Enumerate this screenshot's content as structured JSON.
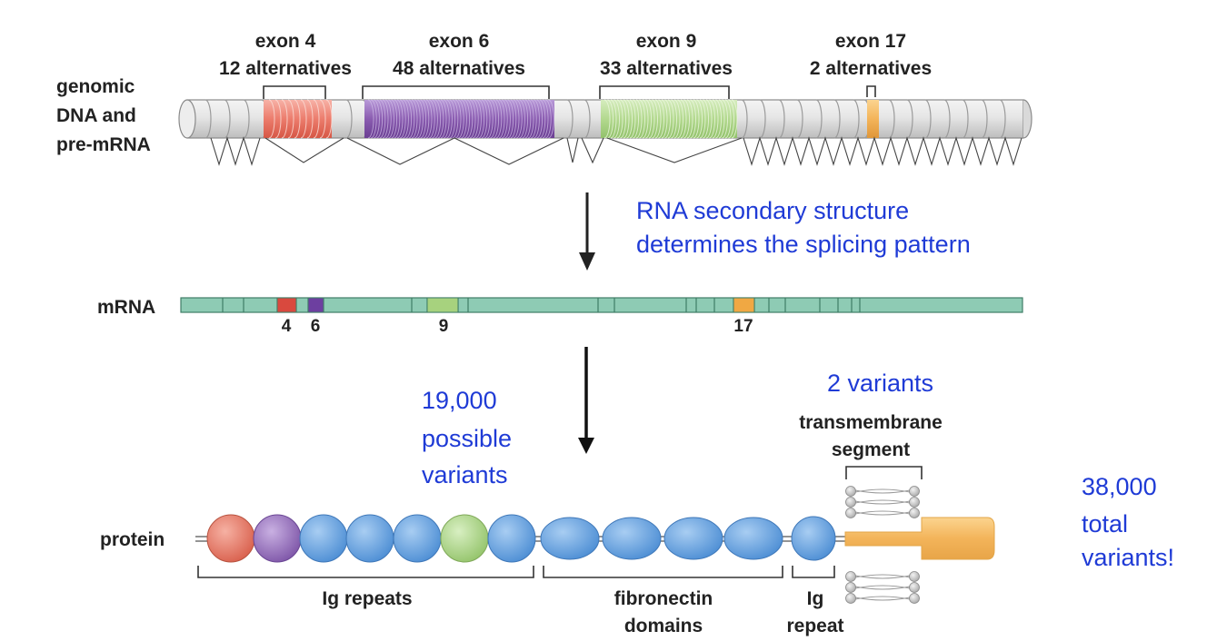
{
  "genomic": {
    "row_label": [
      "genomic",
      "DNA and",
      "pre-mRNA"
    ],
    "exon_headers": [
      {
        "name": "exon 4",
        "alternatives": "12 alternatives"
      },
      {
        "name": "exon 6",
        "alternatives": "48 alternatives"
      },
      {
        "name": "exon 9",
        "alternatives": "33 alternatives"
      },
      {
        "name": "exon 17",
        "alternatives": "2 alternatives"
      }
    ]
  },
  "note_splicing": [
    "RNA secondary structure",
    "determines the splicing pattern"
  ],
  "mrna": {
    "row_label": "mRNA",
    "exon_numbers": [
      "4",
      "6",
      "9",
      "17"
    ]
  },
  "note_variants": [
    "19,000",
    "possible",
    "variants"
  ],
  "note_tm_variants": "2 variants",
  "tm_label": [
    "transmembrane",
    "segment"
  ],
  "note_total": [
    "38,000",
    "total",
    "variants!"
  ],
  "protein": {
    "row_label": "protein",
    "domain_labels": [
      [
        "Ig repeats"
      ],
      [
        "fibronectin",
        "domains"
      ],
      [
        "Ig",
        "repeat"
      ]
    ]
  },
  "colors": {
    "exon4": "#e0685a",
    "exon6": "#8a5cb0",
    "exon9": "#a8d283",
    "exon17": "#f3b45a",
    "mrna": "#8ecbb4",
    "ig": "#6ea6df",
    "annotation_blue": "#1f3bd6"
  }
}
